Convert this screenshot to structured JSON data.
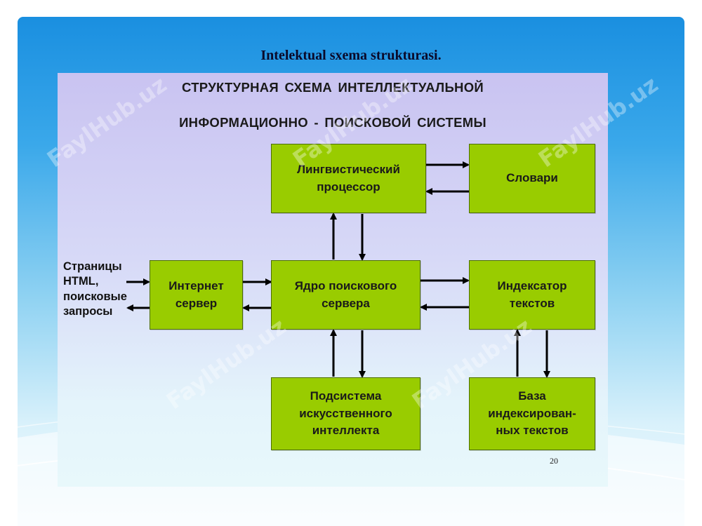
{
  "slide": {
    "title": "Intelektual sxema strukturasi.",
    "page_number": "20"
  },
  "diagram": {
    "heading_line1": "СТРУКТУРНАЯ  СХЕМА  ИНТЕЛЛЕКТУАЛЬНОЙ",
    "heading_line2": "ИНФОРМАЦИОННО - ПОИСКОВОЙ   СИСТЕМЫ",
    "nodes": {
      "linguistic": "Лингвистический\nпроцессор",
      "dictionaries": "Словари",
      "internet_server": "Интернет\nсервер",
      "search_core": "Ядро  поискового\nсервера",
      "indexer": "Индексатор\nтекстов",
      "ai_subsystem": "Подсистема\nискусственного\nинтеллекта",
      "index_db": "База\nиндексирован-\nных текстов"
    },
    "input_label": "Страницы\nHTML,\nпоисковые\nзапросы"
  },
  "watermark": "FaylHub.uz",
  "colors": {
    "node_fill": "#99cc00",
    "node_border": "#4d6e00",
    "arrow": "#000000"
  }
}
